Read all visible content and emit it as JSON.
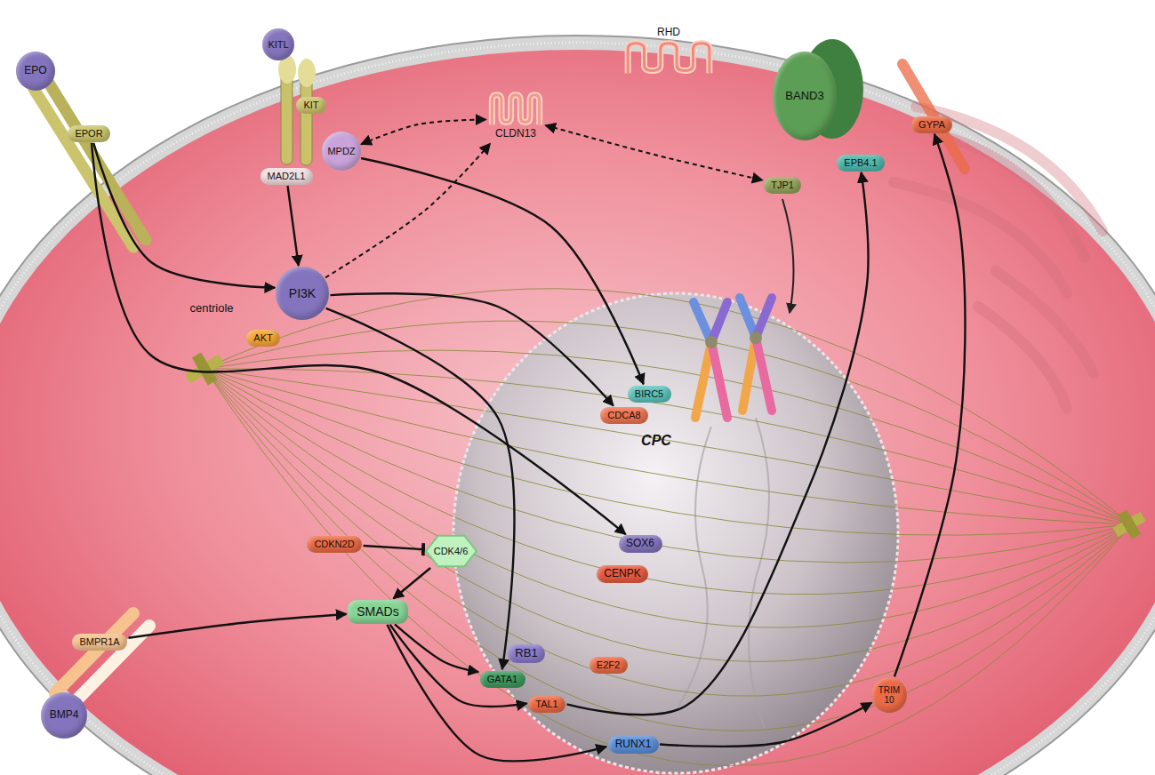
{
  "diagram": {
    "nodes": [
      {
        "text": [
          "KITL"
        ]
      },
      {
        "text": [
          "KIT"
        ]
      },
      {
        "text": [
          "CLDN13"
        ]
      },
      {
        "text": [
          "RHD"
        ]
      },
      {
        "text": [
          "BAND3"
        ]
      },
      {
        "text": [
          "GYPA"
        ]
      },
      {
        "text": [
          "EPO"
        ]
      },
      {
        "text": [
          "MPDZ"
        ]
      },
      {
        "text": [
          "EPB4.1"
        ]
      },
      {
        "text": [
          "EPOR"
        ]
      },
      {
        "text": [
          "MAD2L1"
        ]
      },
      {
        "text": [
          "TJP1"
        ]
      },
      {
        "text": [
          "PI3K"
        ]
      },
      {
        "text": [
          "AKT"
        ]
      },
      {
        "text": [
          "BIRC5"
        ]
      },
      {
        "text": [
          "CDCA8"
        ]
      },
      {
        "text": [
          "CDKN2D"
        ]
      },
      {
        "text": [
          "CDK4/6"
        ]
      },
      {
        "text": [
          "SOX6"
        ]
      },
      {
        "text": [
          "CENPK"
        ]
      },
      {
        "text": [
          "SMADs"
        ]
      },
      {
        "text": [
          "BMPR1A"
        ]
      },
      {
        "text": [
          "RB1"
        ]
      },
      {
        "text": [
          "E2F2"
        ]
      },
      {
        "text": [
          "GATA1"
        ]
      },
      {
        "text": [
          "TAL1"
        ]
      },
      {
        "text": [
          "TRIM 10"
        ]
      },
      {
        "text": [
          "BMP4"
        ]
      },
      {
        "text": [
          "RUNX1"
        ]
      }
    ],
    "edges": [
      {
        "from": 7,
        "to": 2,
        "arrow": "both"
      },
      {
        "from": 2,
        "to": 11,
        "arrow": "both"
      },
      {
        "from": 10,
        "to": 12,
        "arrow": "to"
      },
      {
        "from": 12,
        "to": 2,
        "arrow": "to"
      },
      {
        "from": 7,
        "to": 14,
        "arrow": "to"
      },
      {
        "from": 9,
        "to": 12,
        "arrow": "to"
      },
      {
        "from": 9,
        "to": 18,
        "arrow": "to"
      },
      {
        "from": 12,
        "to": 15,
        "arrow": "to"
      },
      {
        "from": 12,
        "to": 24,
        "arrow": "to"
      },
      {
        "from": 25,
        "to": 8,
        "arrow": "to"
      },
      {
        "from": 26,
        "to": 5,
        "arrow": "to"
      },
      {
        "from": 21,
        "to": 20,
        "arrow": "to"
      },
      {
        "from": 16,
        "to": 17,
        "arrow": "to"
      },
      {
        "from": 17,
        "to": 20,
        "arrow": "to"
      },
      {
        "from": 20,
        "to": 24,
        "arrow": "to"
      },
      {
        "from": 20,
        "to": 25,
        "arrow": "to"
      },
      {
        "from": 20,
        "to": 28,
        "arrow": "to"
      },
      {
        "from": 28,
        "to": 26,
        "arrow": "to"
      }
    ],
    "labels": [
      "centriole",
      "CPC"
    ]
  }
}
